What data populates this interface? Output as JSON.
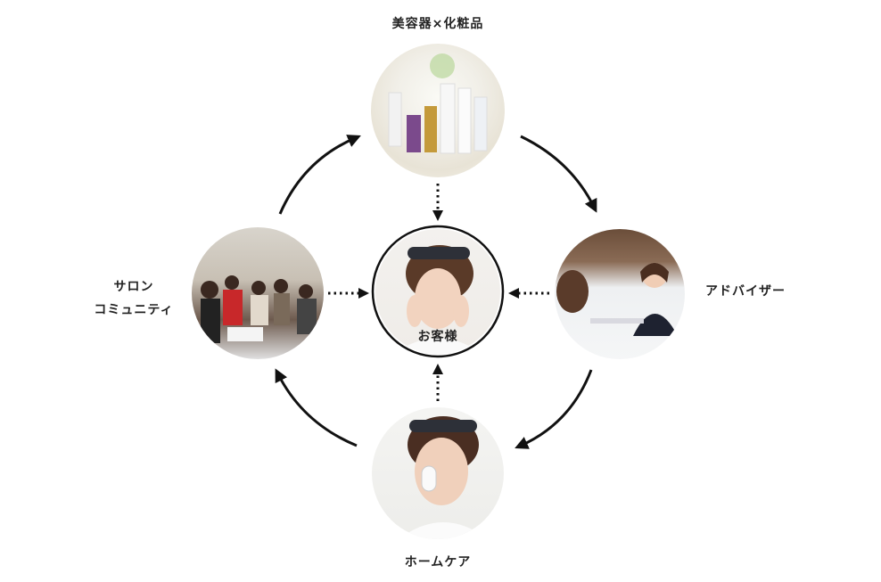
{
  "labels": {
    "top": "美容器×化粧品",
    "right": "アドバイザー",
    "bottom": "ホームケア",
    "left_line1": "サロン",
    "left_line2": "コミュニティ",
    "center": "お客様"
  },
  "colors": {
    "arrow": "#111111",
    "text": "#222222"
  }
}
